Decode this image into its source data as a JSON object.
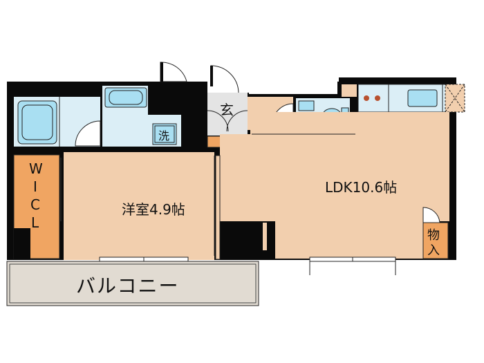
{
  "rooms": {
    "ldk": "LDK10.6帖",
    "western": "洋室4.9帖",
    "balcony": "バルコニー",
    "wic_chars": [
      "W",
      "I",
      "C",
      "L"
    ],
    "entrance": "玄",
    "laundry": "洗",
    "storage_chars": [
      "物",
      "入"
    ]
  },
  "colors": {
    "floor_room": "#f2cfae",
    "floor_wet": "#dbeef6",
    "floor_balcony": "#e1dbd2",
    "floor_closet": "#f0a562",
    "floor_entrance": "#e4e4e4",
    "wall": "#0a0a0a",
    "fixture_blue": "#a9dff2",
    "stove_dot": "#b8502e"
  }
}
